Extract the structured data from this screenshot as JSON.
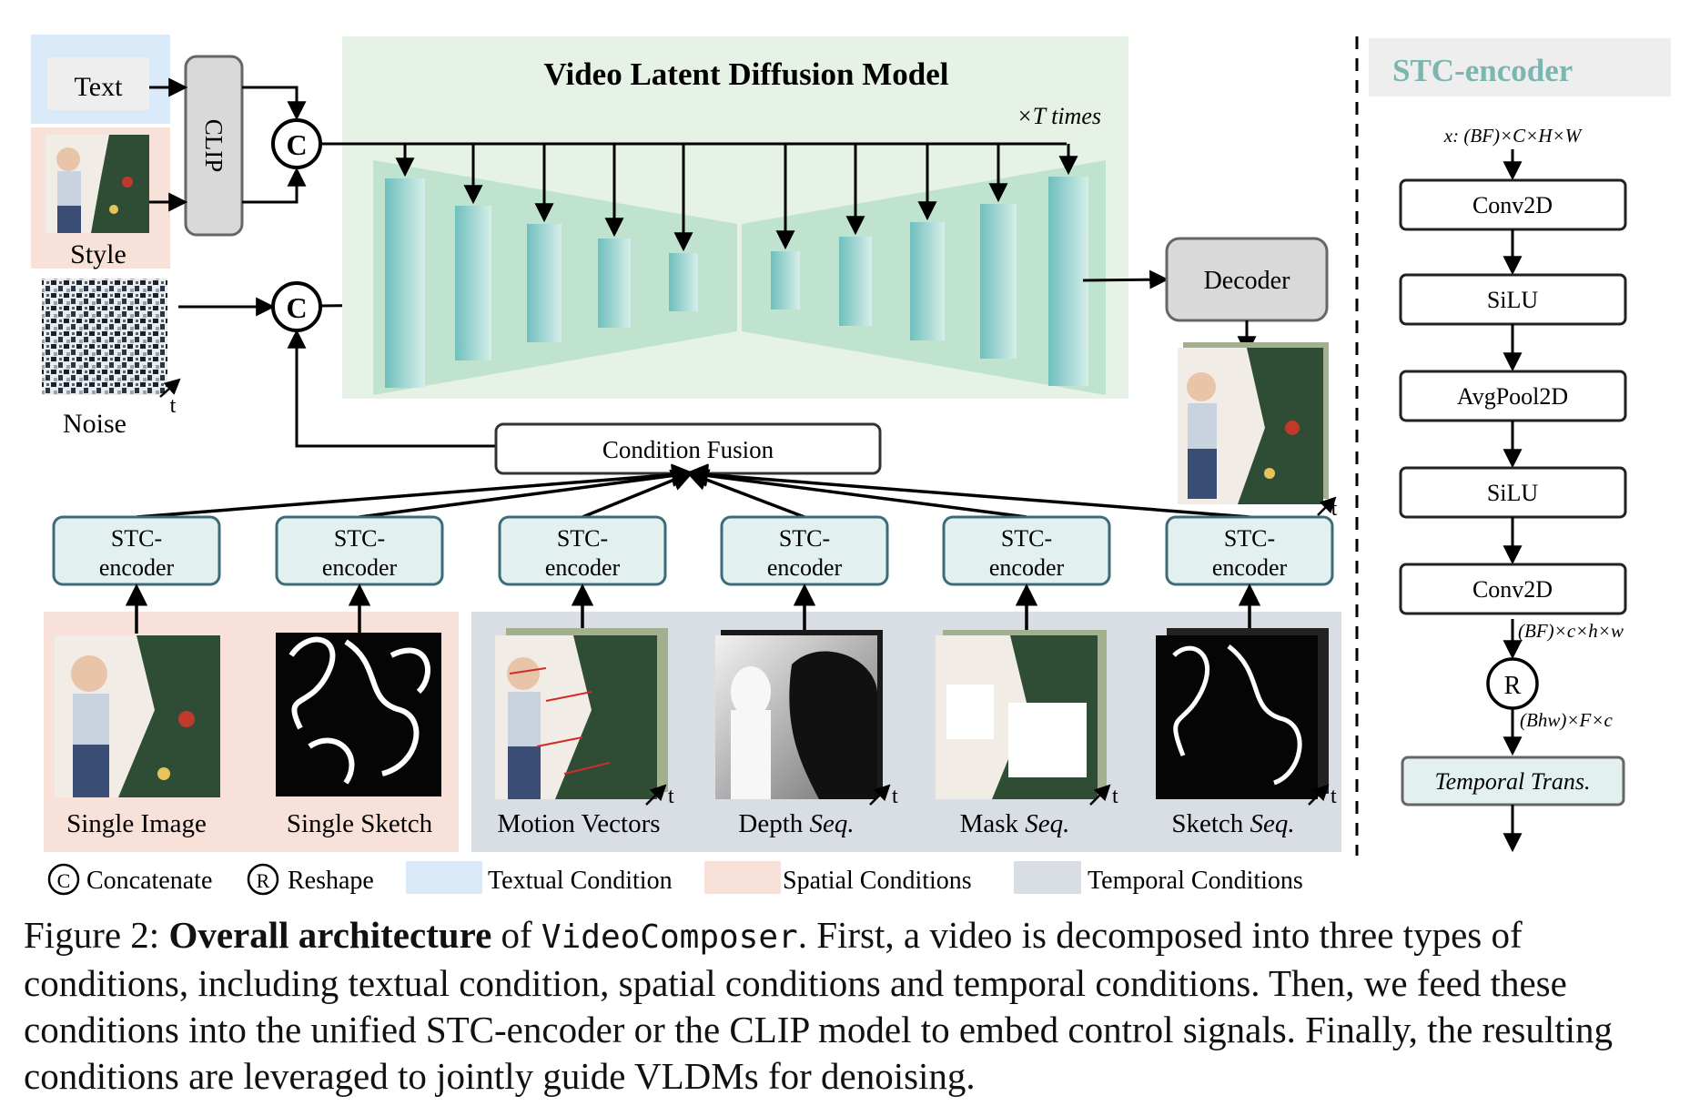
{
  "diagram": {
    "title": "Video Latent Diffusion Model",
    "times": "×T times",
    "text_input": "Text",
    "style_label": "Style",
    "clip": "CLIP",
    "concat_symbol": "C",
    "reshape_symbol": "R",
    "noise_label": "Noise",
    "t_label": "t",
    "decoder": "Decoder",
    "condition_fusion": "Condition Fusion",
    "stc_encoder_line1": "STC-",
    "stc_encoder_line2": "encoder",
    "inputs": [
      {
        "label": "Single Image",
        "italic": ""
      },
      {
        "label": "Single Sketch",
        "italic": ""
      },
      {
        "label": "Motion Vectors",
        "italic": ""
      },
      {
        "label": "Depth ",
        "italic": "Seq."
      },
      {
        "label": "Mask ",
        "italic": "Seq."
      },
      {
        "label": "Sketch ",
        "italic": "Seq."
      }
    ],
    "stc_panel": {
      "title": "STC-encoder",
      "input_prefix": "x",
      "input_shape": ": (BF)×C×H×W",
      "layers": [
        "Conv2D",
        "SiLU",
        "AvgPool2D",
        "SiLU",
        "Conv2D"
      ],
      "shape_after": "(BF)×c×h×w",
      "shape_after_reshape": "(Bhw)×F×c",
      "temporal": "Temporal Trans."
    },
    "legend": {
      "concatenate": "Concatenate",
      "reshape": "Reshape",
      "textual": "Textual Condition",
      "spatial": "Spatial Conditions",
      "temporal": "Temporal Conditions"
    },
    "colors": {
      "textual_bg": "#dbeaf8",
      "spatial_bg": "#f7e1d8",
      "temporal_bg": "#d9dee5",
      "vldm_bg": "#e6f2e6",
      "unet_fill": "#bfe3cf",
      "block_fill": "#8fcfcb",
      "stc_fill": "#e2f1f0",
      "stc_stroke": "#3e6b78",
      "stc_title": "#7cb6b0"
    }
  },
  "caption": {
    "figure_label": "Figure 2: ",
    "bold": "Overall architecture",
    "of": " of ",
    "system": "VideoComposer",
    "rest": ". First, a video is decomposed into three types of conditions, including textual condition, spatial conditions and temporal conditions. Then, we feed these conditions into the unified STC-encoder or the CLIP model to embed control signals. Finally, the resulting conditions are leveraged to jointly guide VLDMs for denoising."
  }
}
